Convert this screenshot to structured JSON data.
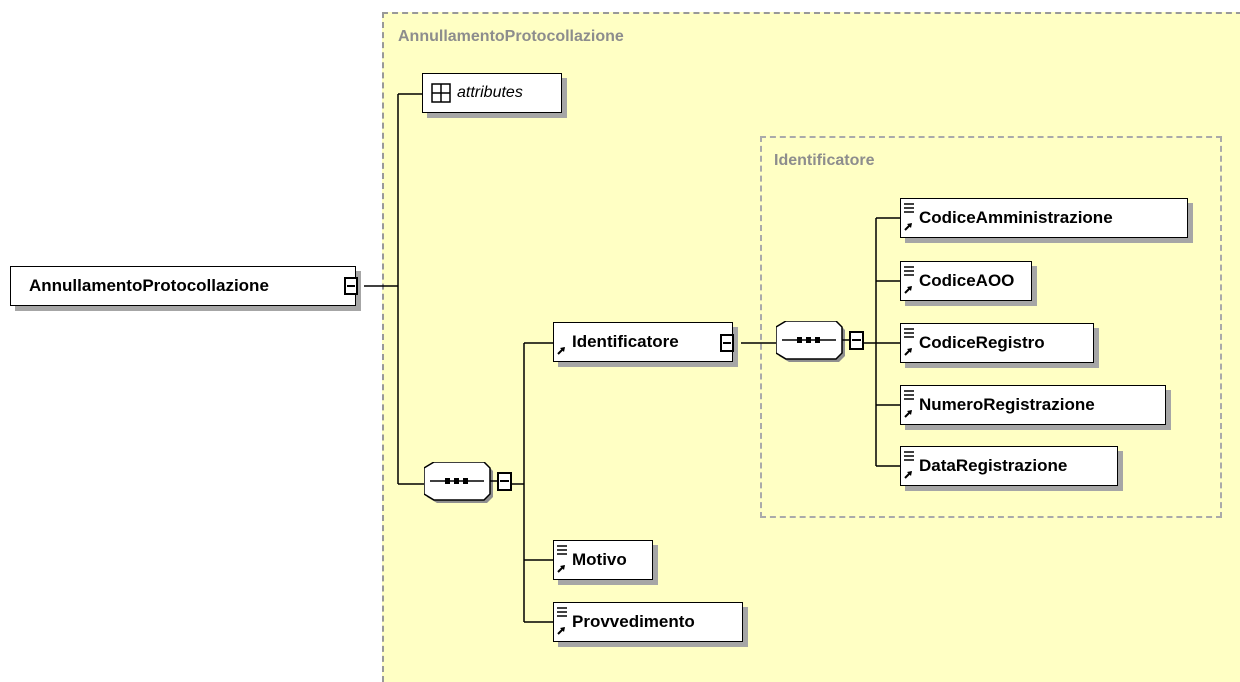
{
  "regions": {
    "outer_title": "AnnullamentoProtocollazione",
    "inner_title": "Identificatore"
  },
  "root": {
    "label": "AnnullamentoProtocollazione"
  },
  "attributes": {
    "label": "attributes",
    "icon": "grid-icon"
  },
  "children": {
    "identificatore": "Identificatore",
    "motivo": "Motivo",
    "provvedimento": "Provvedimento"
  },
  "identificatore_children": [
    "CodiceAmministrazione",
    "CodiceAOO",
    "CodiceRegistro",
    "NumeroRegistrazione",
    "DataRegistrazione"
  ],
  "colors": {
    "region_fill": "#ffffc4",
    "region_border": "#999999",
    "shadow": "#a6a6a6",
    "title_text": "#8d8d8d"
  }
}
